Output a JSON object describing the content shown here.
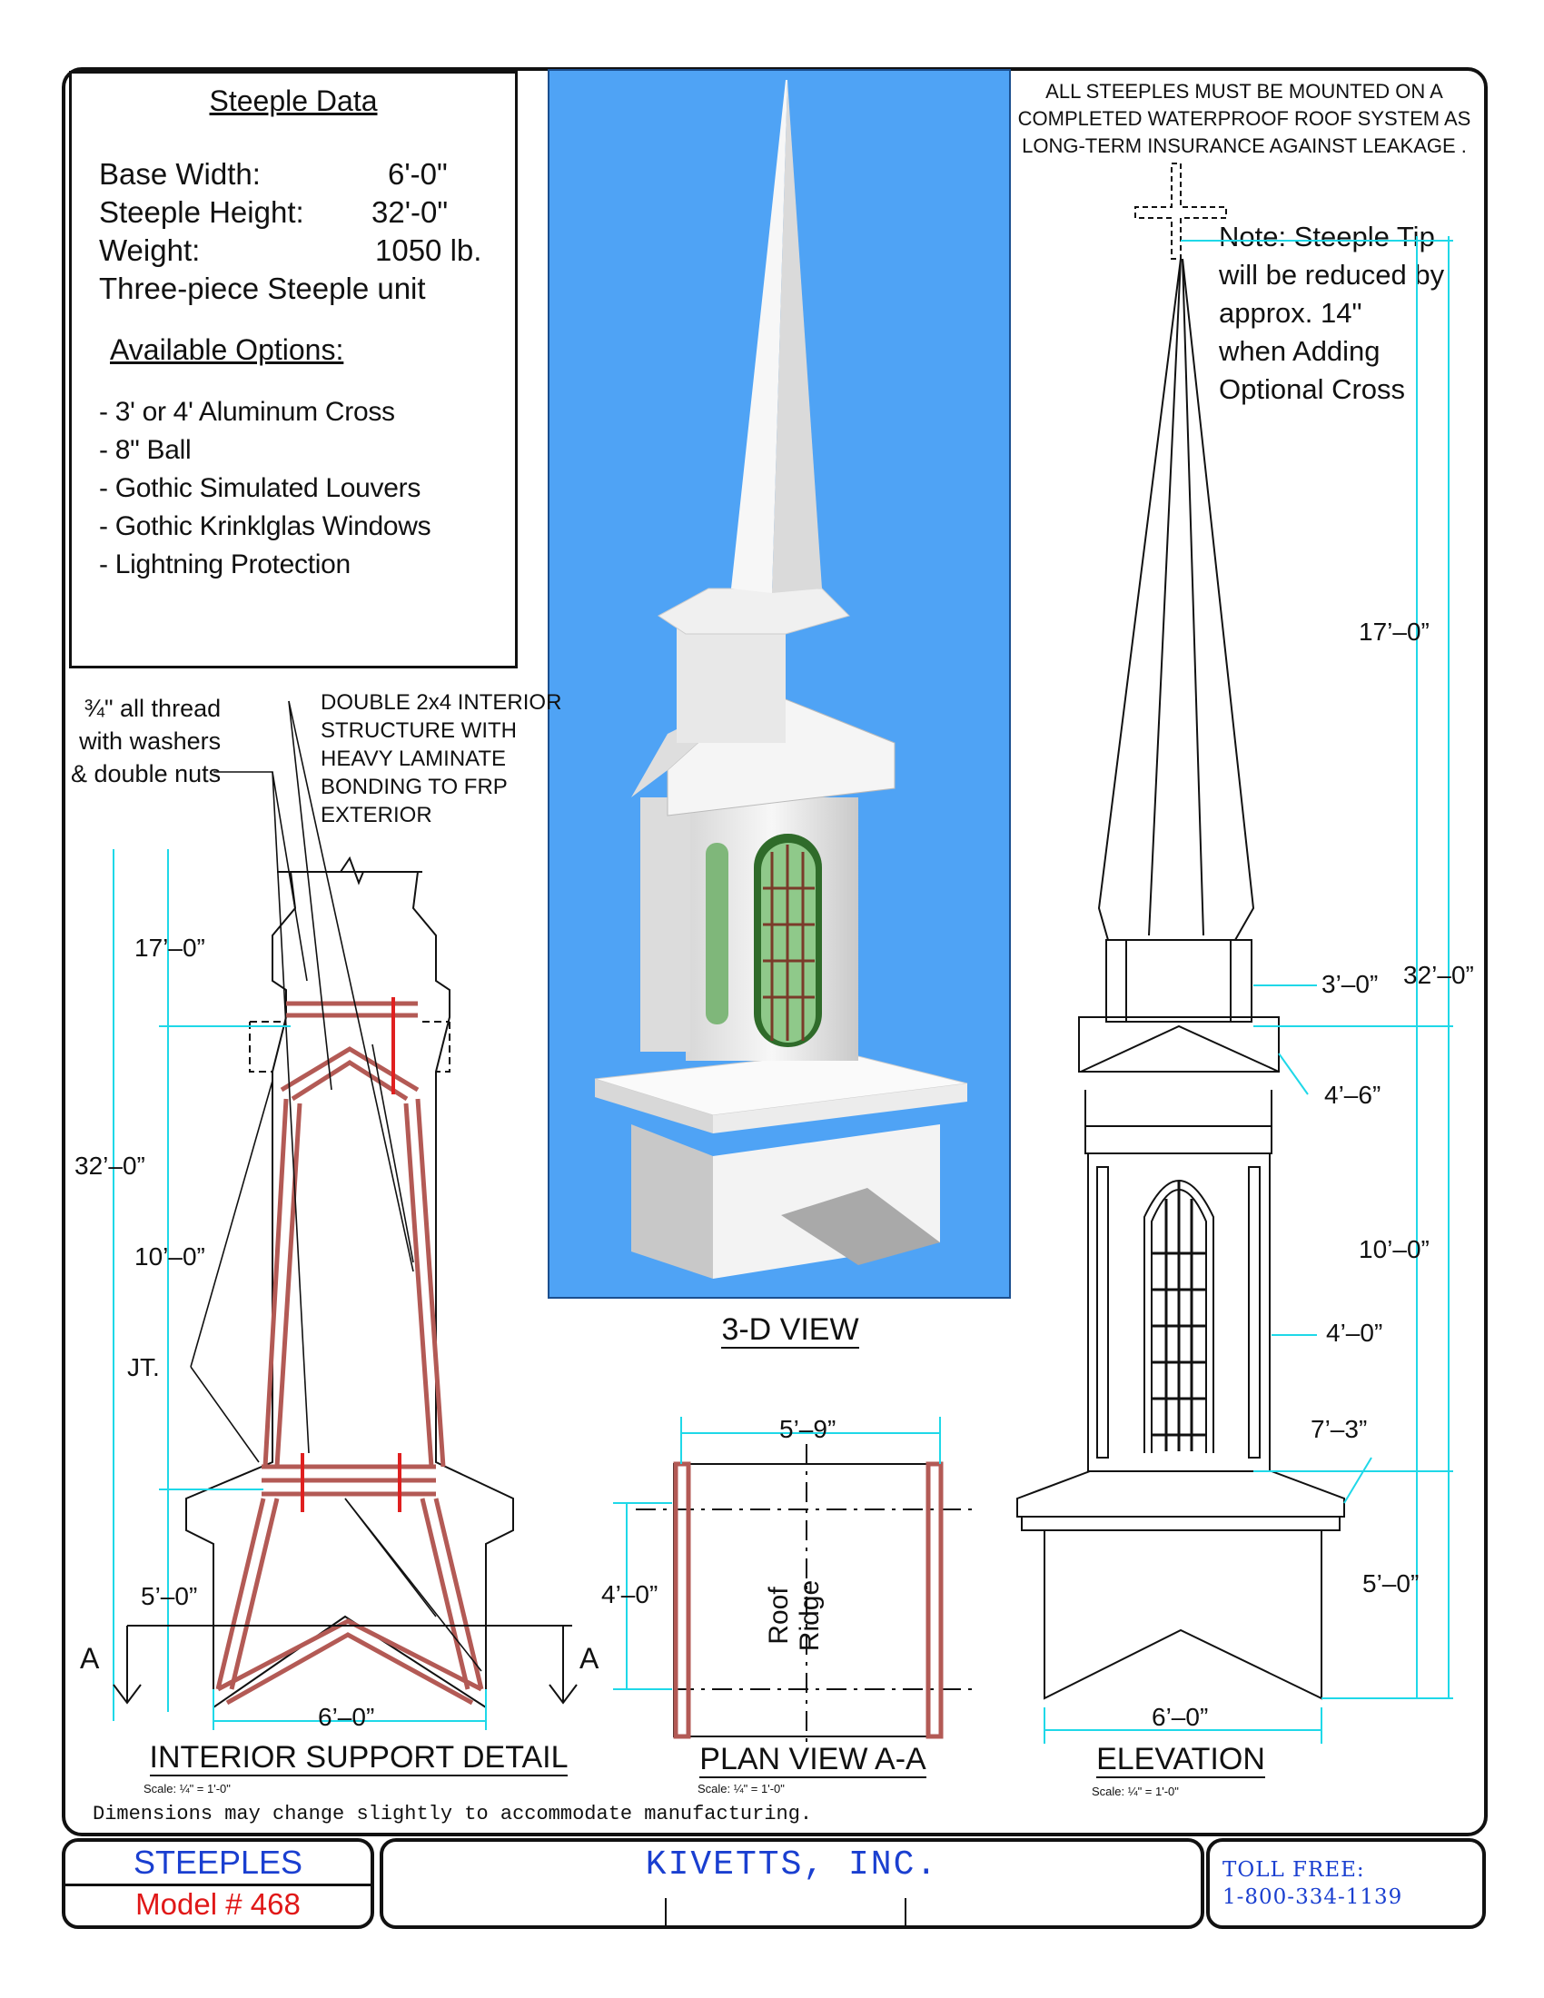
{
  "steeple_data": {
    "title": "Steeple Data",
    "rows": [
      {
        "label": "Base Width:",
        "value": "6'-0\""
      },
      {
        "label": "Steeple Height:",
        "value": "32'-0\""
      },
      {
        "label": "Weight:",
        "value": "1050 lb."
      }
    ],
    "unit_note": "Three-piece Steeple unit",
    "options_title": "Available Options:",
    "options": [
      "-  3' or 4' Aluminum Cross",
      "-  8\" Ball",
      "-  Gothic Simulated Louvers",
      "-  Gothic Krinklglas Windows",
      "-  Lightning Protection"
    ]
  },
  "mounting_note": [
    "ALL STEEPLES MUST BE MOUNTED ON A",
    "COMPLETED WATERPROOF ROOF SYSTEM AS",
    "LONG-TERM INSURANCE AGAINST LEAKAGE ."
  ],
  "tip_note": [
    "Note:  Steeple Tip",
    "will be reduced by",
    "approx. 14\"",
    "when Adding",
    "Optional Cross"
  ],
  "interior": {
    "callout_thread": [
      "¾\" all thread",
      "with washers",
      "& double nuts"
    ],
    "callout_structure": [
      "DOUBLE 2x4 INTERIOR",
      "STRUCTURE WITH",
      "HEAVY LAMINATE",
      "BONDING TO FRP",
      "EXTERIOR"
    ],
    "dim_top": "17’–0”",
    "dim_total": "32’–0”",
    "dim_mid": "10’–0”",
    "dim_low": "5’–0”",
    "dim_base": "6’–0”",
    "jt": "JT.",
    "section_a_left": "A",
    "section_a_right": "A",
    "caption": "INTERIOR SUPPORT DETAIL",
    "scale": "Scale: ¼\" = 1'-0\""
  },
  "view3d": {
    "caption": "3-D VIEW"
  },
  "plan": {
    "dim_width": "5’–9”",
    "dim_depth": "4’–0”",
    "ridge": "Roof Ridge",
    "caption": "PLAN VIEW A-A",
    "scale": "Scale: ¼\" = 1'-0\""
  },
  "elevation": {
    "dim_spire": "17’–0”",
    "dim_total": "32’–0”",
    "dim_3": "3’–0”",
    "dim_45": "4’–6”",
    "dim_10": "10’–0”",
    "dim_4": "4’–0”",
    "dim_73": "7’–3”",
    "dim_5": "5’–0”",
    "dim_6": "6’–0”",
    "caption": "ELEVATION",
    "scale": "Scale: ¼\" = 1'-0\""
  },
  "disclaimer": "Dimensions may change slightly to accommodate manufacturing.",
  "footer": {
    "category": "STEEPLES",
    "model": "Model # 468",
    "company": "KIVETTS,  INC.",
    "tollfree_label": "TOLL FREE:",
    "phone": "1-800-334-1139"
  },
  "colors": {
    "sky": "#4fa3f5",
    "frame_red": "#b35a55",
    "bolt_red": "#e02020",
    "dim_cyan": "#1fd8e8",
    "footer_blue": "#1a3fd0",
    "footer_red": "#e01818"
  }
}
